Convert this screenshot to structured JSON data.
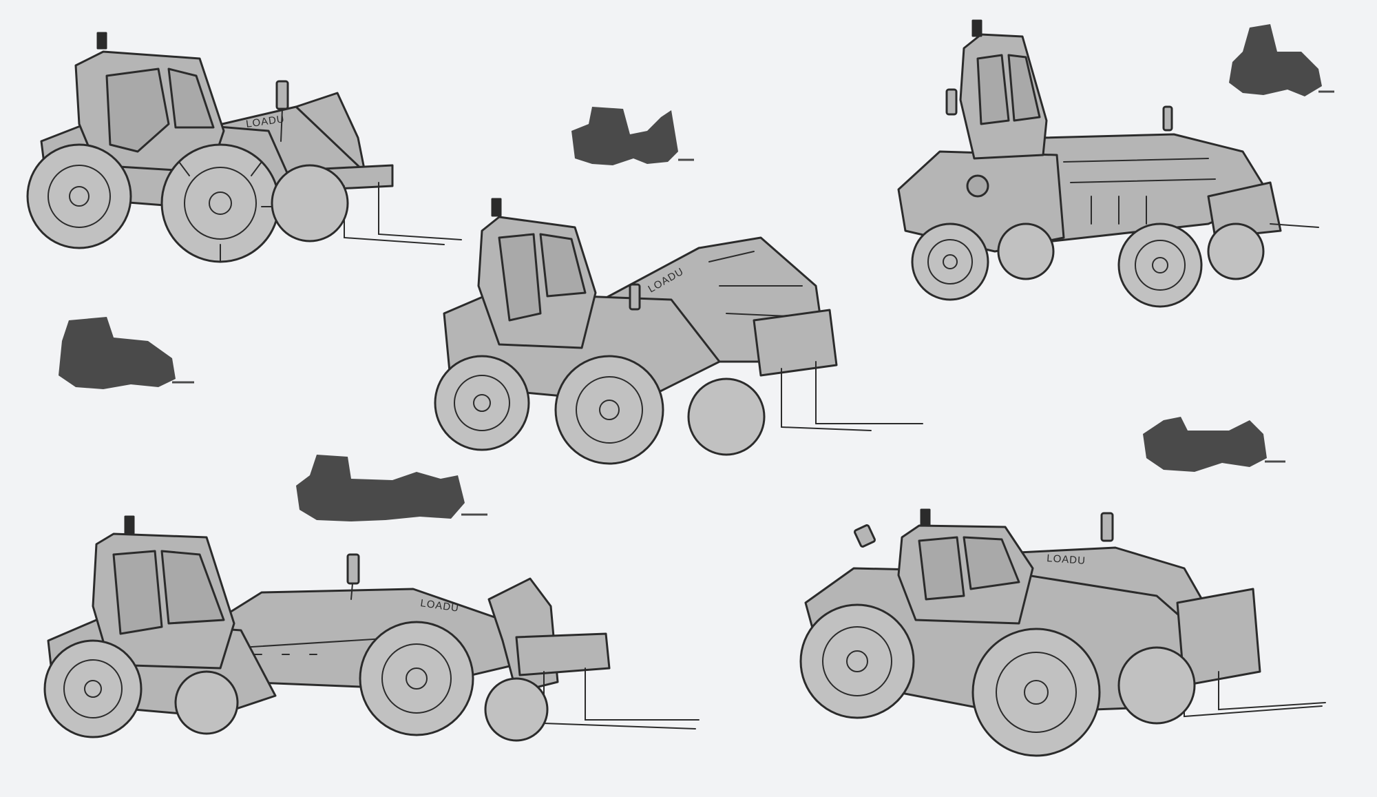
{
  "canvas": {
    "background": "#f2f3f5"
  },
  "palette": {
    "line": "#2b2b2b",
    "body": "#b5b5b5",
    "glass": "#a9a9a9",
    "silhouette": "#4a4a4a"
  },
  "sketches": [
    {
      "id": "telehandler-1",
      "variant": "compact cab, forks front",
      "brand_mark": "LOADU"
    },
    {
      "id": "telehandler-2",
      "variant": "high boom, three-quarter view",
      "brand_mark": "LOADU"
    },
    {
      "id": "telehandler-3",
      "variant": "armoured long body",
      "brand_mark": ""
    },
    {
      "id": "telehandler-4",
      "variant": "long low boom",
      "brand_mark": "LOADU"
    },
    {
      "id": "telehandler-5",
      "variant": "heavy wheels, reversed view",
      "brand_mark": "LOADU"
    }
  ],
  "silhouettes": [
    {
      "id": "silhouette-1"
    },
    {
      "id": "silhouette-2"
    },
    {
      "id": "silhouette-3"
    },
    {
      "id": "silhouette-4"
    },
    {
      "id": "silhouette-5"
    }
  ]
}
